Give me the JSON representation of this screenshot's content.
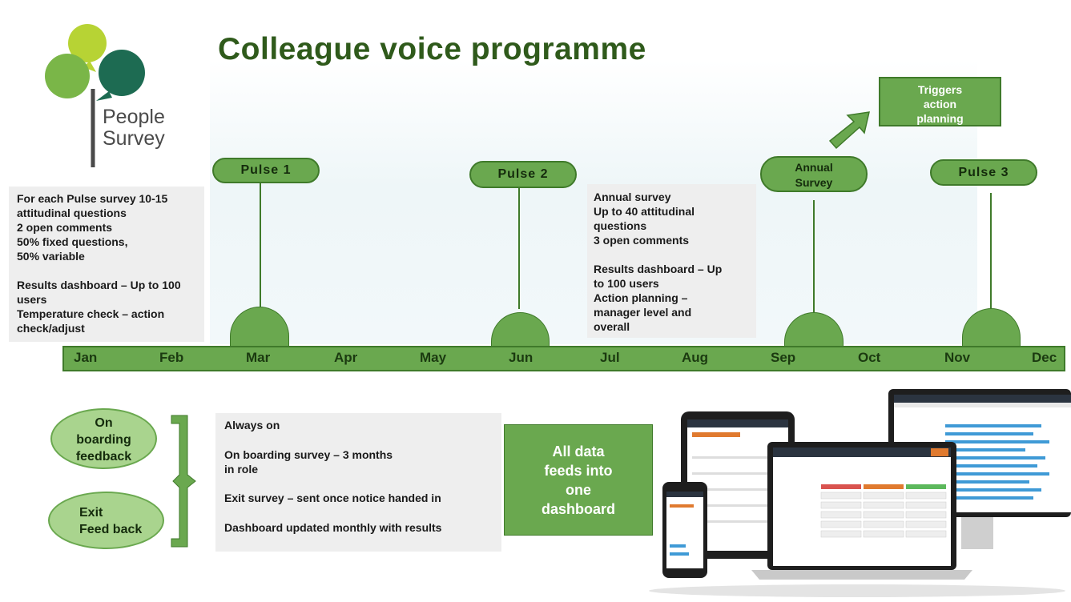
{
  "title": "Colleague voice programme",
  "logo": {
    "line1": "People",
    "line2": "Survey"
  },
  "pulse_note": {
    "lines": [
      "For each Pulse survey 10-15",
      "attitudinal  questions",
      "2 open comments",
      "50% fixed questions,",
      "50% variable",
      "",
      "Results dashboard – Up to 100",
      "users",
      "Temperature check –  action",
      "check/adjust"
    ]
  },
  "annual_note": {
    "lines": [
      "Annual survey",
      "Up to 40 attitudinal",
      "questions",
      "3 open comments",
      "",
      "Results dashboard – Up",
      "to 100 users",
      "Action planning –",
      "manager level  and",
      "overall"
    ]
  },
  "milestones": {
    "pulse1": "Pulse 1",
    "pulse2": "Pulse 2",
    "annual_line1": "Annual",
    "annual_line2": "Survey",
    "pulse3": "Pulse 3"
  },
  "trigger": {
    "line1": "Triggers",
    "line2": "action",
    "line3": "planning"
  },
  "months": [
    "Jan",
    "Feb",
    "Mar",
    "Apr",
    "May",
    "Jun",
    "Jul",
    "Aug",
    "Sep",
    "Oct",
    "Nov",
    "Dec"
  ],
  "onboarding": {
    "line1": "On",
    "line2": "boarding",
    "line3": "feedback"
  },
  "exit": {
    "line1": "Exit",
    "line2": "Feed back"
  },
  "always_on": {
    "lines": [
      "Always on",
      "",
      "On boarding survey – 3 months",
      "in role",
      "",
      "Exit survey – sent once notice handed in",
      "",
      "Dashboard updated monthly with results"
    ]
  },
  "all_data": {
    "line1": "All data",
    "line2": "feeds into",
    "line3": "one",
    "line4": "dashboard"
  },
  "colors": {
    "primary_green": "#6aa84f",
    "dark_green": "#3f7a2a",
    "title_green": "#2f5a1b",
    "light_green": "#a9d48e",
    "note_grey": "#eeeeee"
  }
}
